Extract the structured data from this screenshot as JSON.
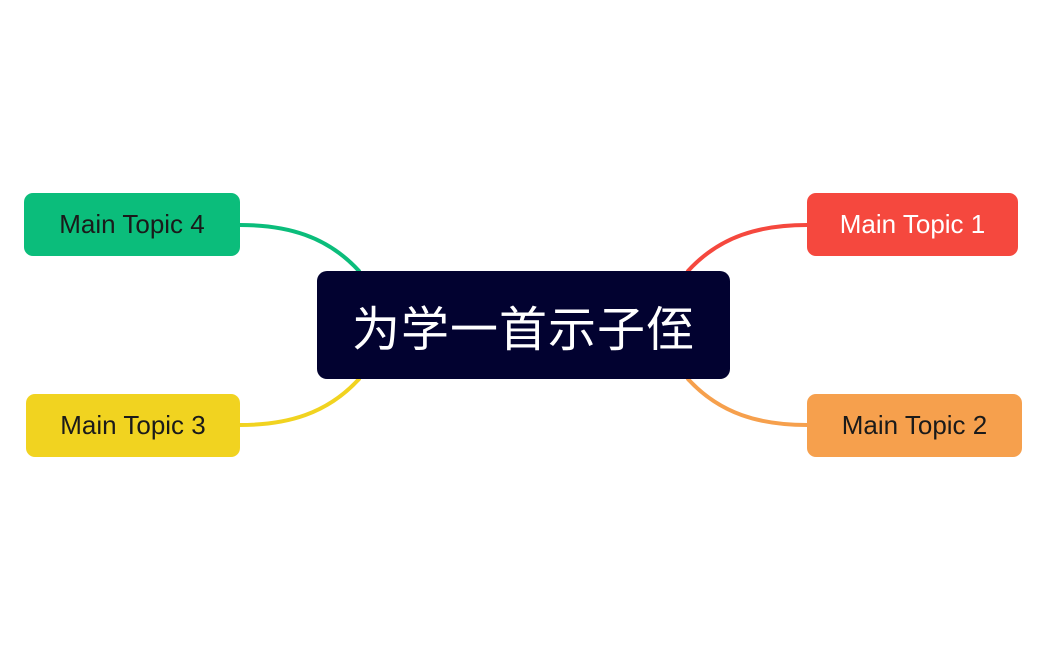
{
  "central_topic": {
    "label": "为学一首示子侄",
    "background": "#020230",
    "text_color": "#ffffff"
  },
  "topics": [
    {
      "id": "topic-1",
      "label": "Main Topic 1",
      "background": "#f5483e",
      "text_color": "#ffffff",
      "connector_color": "#f5483e"
    },
    {
      "id": "topic-2",
      "label": "Main Topic 2",
      "background": "#f6a04d",
      "text_color": "#1a1a1a",
      "connector_color": "#f6a04d"
    },
    {
      "id": "topic-3",
      "label": "Main Topic 3",
      "background": "#f1d320",
      "text_color": "#1a1a1a",
      "connector_color": "#f1d320"
    },
    {
      "id": "topic-4",
      "label": "Main Topic 4",
      "background": "#0bbd7b",
      "text_color": "#1a1a1a",
      "connector_color": "#0bbd7b"
    }
  ]
}
